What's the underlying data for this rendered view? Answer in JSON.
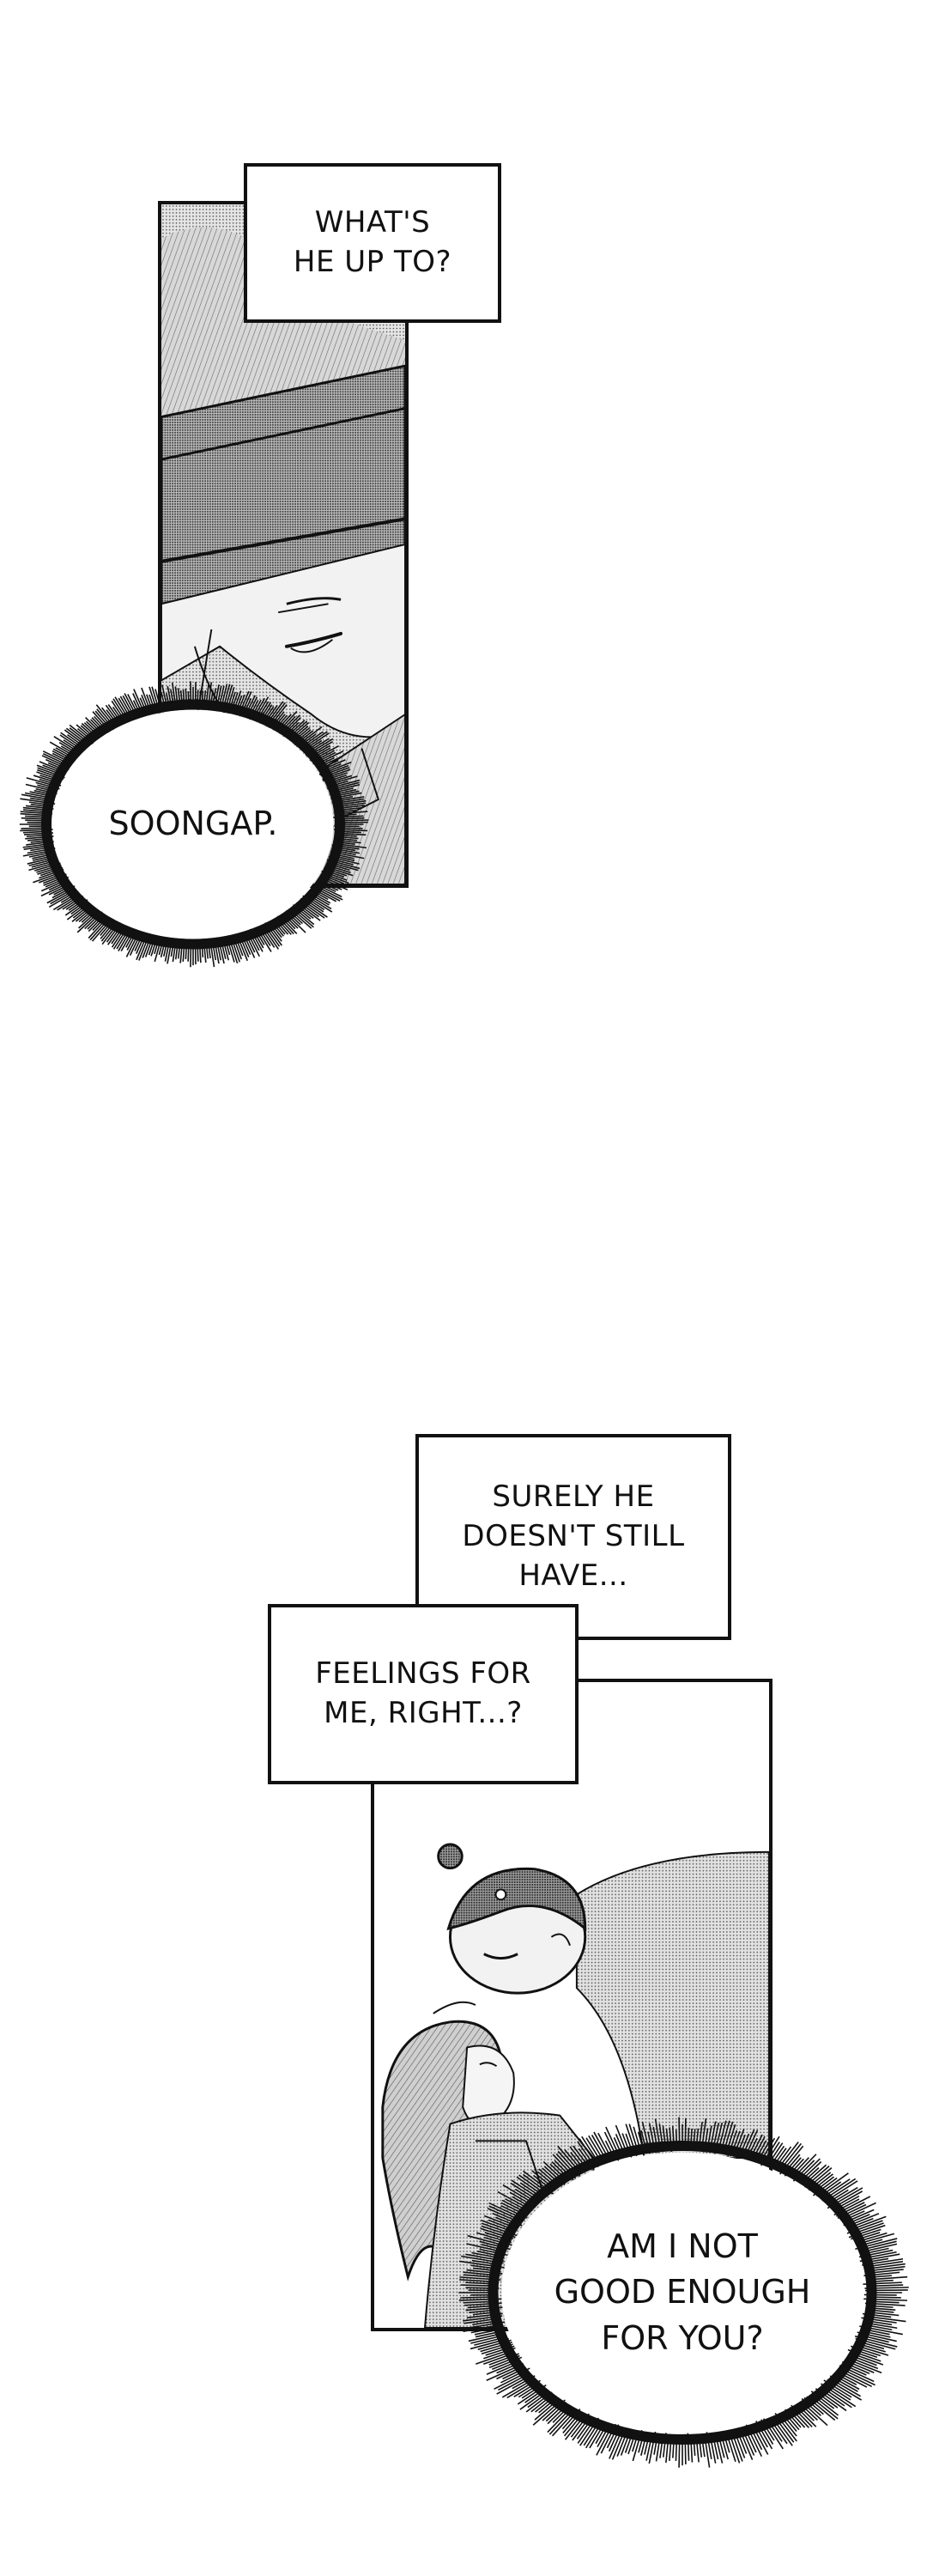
{
  "captions": {
    "whats_up": "WHAT'S\nHE UP TO?",
    "surely": "SURELY HE\nDOESN'T STILL\nHAVE...",
    "feelings": "FEELINGS FOR\nME, RIGHT...?"
  },
  "bursts": {
    "soongap": "SOONGAP.",
    "not_good_enough": "AM I NOT\nGOOD ENOUGH\nFOR YOU?"
  },
  "colors": {
    "ink": "#111111",
    "tone": "#9a9a9a",
    "paper": "#ffffff"
  }
}
